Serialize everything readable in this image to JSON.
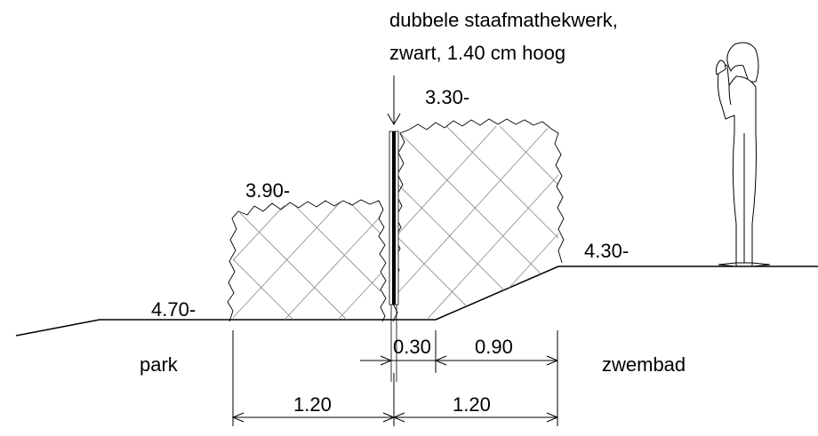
{
  "annotation": {
    "line1": "dubbele staafmathekwerk,",
    "line2": "zwart, 1.40 cm hoog"
  },
  "levels": {
    "hedge_right_top": "3.30-",
    "hedge_left_top": "3.90-",
    "ground_left": "4.70-",
    "ground_right": "4.30-"
  },
  "zones": {
    "left": "park",
    "right": "zwembad"
  },
  "dimensions": {
    "gap": "0.30",
    "slope": "0.90",
    "left_width": "1.20",
    "right_width": "1.20"
  }
}
